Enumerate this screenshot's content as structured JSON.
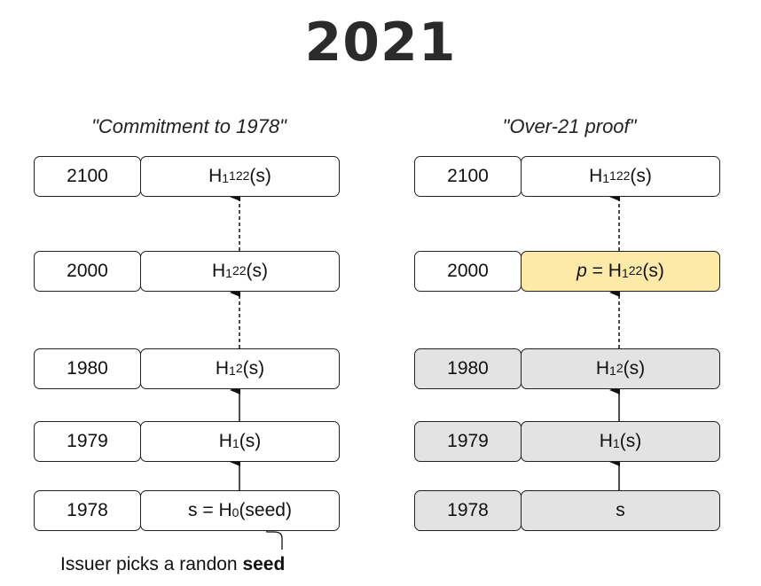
{
  "title": "2021",
  "left": {
    "title": "\"Commitment to 1978\"",
    "rows": [
      {
        "year": "2100",
        "prefix": "",
        "base": "H",
        "sub": "1",
        "sup": "122",
        "suffix": "(s)"
      },
      {
        "year": "2000",
        "prefix": "",
        "base": "H",
        "sub": "1",
        "sup": "22",
        "suffix": "(s)"
      },
      {
        "year": "1980",
        "prefix": "",
        "base": "H",
        "sub": "1",
        "sup": "2",
        "suffix": "(s)"
      },
      {
        "year": "1979",
        "prefix": "",
        "base": "H",
        "sub": "1",
        "sup": "",
        "suffix": "(s)"
      },
      {
        "year": "1978",
        "prefix": "s = ",
        "base": "H",
        "sub": "0",
        "sup": "",
        "suffix": "(seed)"
      }
    ]
  },
  "right": {
    "title": "\"Over-21 proof\"",
    "rows": [
      {
        "year": "2100",
        "prefix": "",
        "base": "H",
        "sub": "1",
        "sup": "122",
        "suffix": "(s)",
        "fill": "white"
      },
      {
        "year": "2000",
        "prefix": "p",
        "prefix_rest": " = ",
        "base": "H",
        "sub": "1",
        "sup": "22",
        "suffix": "(s)",
        "fill": "yellow"
      },
      {
        "year": "1980",
        "prefix": "",
        "base": "H",
        "sub": "1",
        "sup": "2",
        "suffix": "(s)",
        "fill": "grey"
      },
      {
        "year": "1979",
        "prefix": "",
        "base": "H",
        "sub": "1",
        "sup": "",
        "suffix": "(s)",
        "fill": "grey"
      },
      {
        "year": "1978",
        "prefix": "",
        "base": "s",
        "sub": "",
        "sup": "",
        "suffix": "",
        "fill": "grey"
      }
    ]
  },
  "caption": {
    "text": "Issuer picks a randon ",
    "bold": "seed"
  },
  "colors": {
    "yellow": "#fde9a8",
    "grey": "#e3e3e3",
    "stroke": "#222222"
  }
}
